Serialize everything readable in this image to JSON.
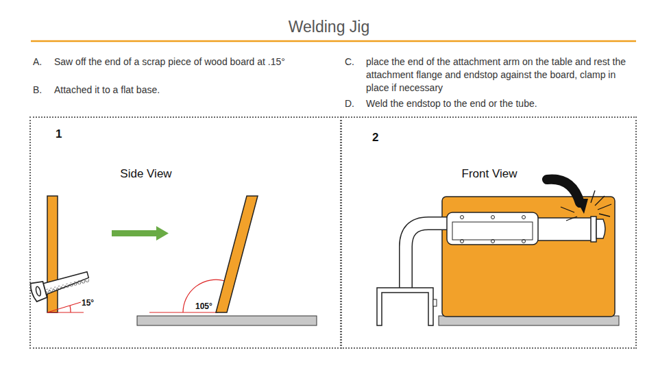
{
  "diagram": {
    "title": "Welding Jig",
    "nodes": [
      {
        "text": [
          "1",
          "Side View"
        ]
      },
      {
        "text": [
          "2",
          "Front View"
        ]
      }
    ],
    "labels": [
      "A.",
      "Saw off the end of a scrap piece of wood board at .15°",
      "B.",
      "Attached it to a flat base.",
      "C.",
      "place the end of the attachment arm on the table and rest the attachment flange and endstop against the board, clamp in place if necessary",
      "D.",
      "Weld the endstop to the end or the tube.",
      "15°",
      "105°"
    ]
  }
}
